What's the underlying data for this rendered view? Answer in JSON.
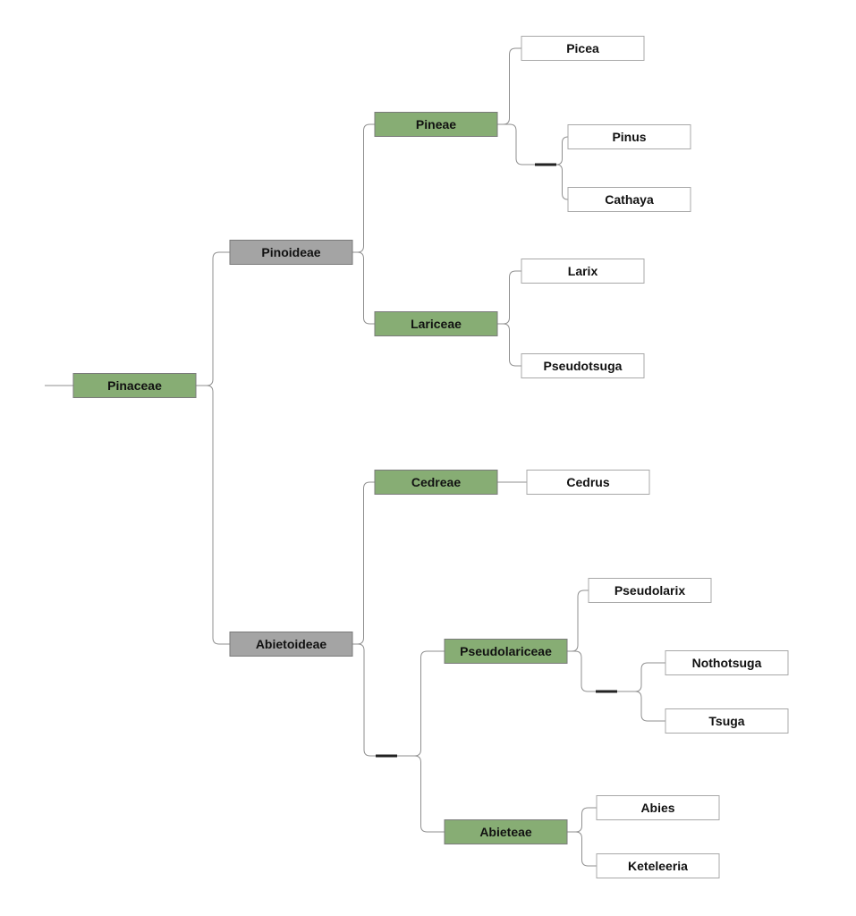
{
  "colors": {
    "family": "#87ad74",
    "subfamily": "#a4a4a4",
    "genus": "#ffffff",
    "junction": "#222222"
  },
  "tree": {
    "label": "Pinaceae",
    "kind": "family",
    "children": [
      {
        "label": "Pinoideae",
        "kind": "subfamily",
        "children": [
          {
            "label": "Pineae",
            "kind": "tribe",
            "children": [
              {
                "label": "Picea",
                "kind": "genus"
              },
              {
                "label": "",
                "kind": "junction",
                "children": [
                  {
                    "label": "Pinus",
                    "kind": "genus"
                  },
                  {
                    "label": "Cathaya",
                    "kind": "genus"
                  }
                ]
              }
            ]
          },
          {
            "label": "Lariceae",
            "kind": "tribe",
            "children": [
              {
                "label": "Larix",
                "kind": "genus"
              },
              {
                "label": "Pseudotsuga",
                "kind": "genus"
              }
            ]
          }
        ]
      },
      {
        "label": "Abietoideae",
        "kind": "subfamily",
        "children": [
          {
            "label": "Cedreae",
            "kind": "tribe",
            "children": [
              {
                "label": "Cedrus",
                "kind": "genus"
              }
            ]
          },
          {
            "label": "",
            "kind": "junction",
            "children": [
              {
                "label": "Pseudolariceae",
                "kind": "tribe",
                "children": [
                  {
                    "label": "Pseudolarix",
                    "kind": "genus"
                  },
                  {
                    "label": "",
                    "kind": "junction",
                    "children": [
                      {
                        "label": "Nothotsuga",
                        "kind": "genus"
                      },
                      {
                        "label": "Tsuga",
                        "kind": "genus"
                      }
                    ]
                  }
                ]
              },
              {
                "label": "Abieteae",
                "kind": "tribe",
                "children": [
                  {
                    "label": "Abies",
                    "kind": "genus"
                  },
                  {
                    "label": "Keteleeria",
                    "kind": "genus"
                  }
                ]
              }
            ]
          }
        ]
      }
    ]
  }
}
